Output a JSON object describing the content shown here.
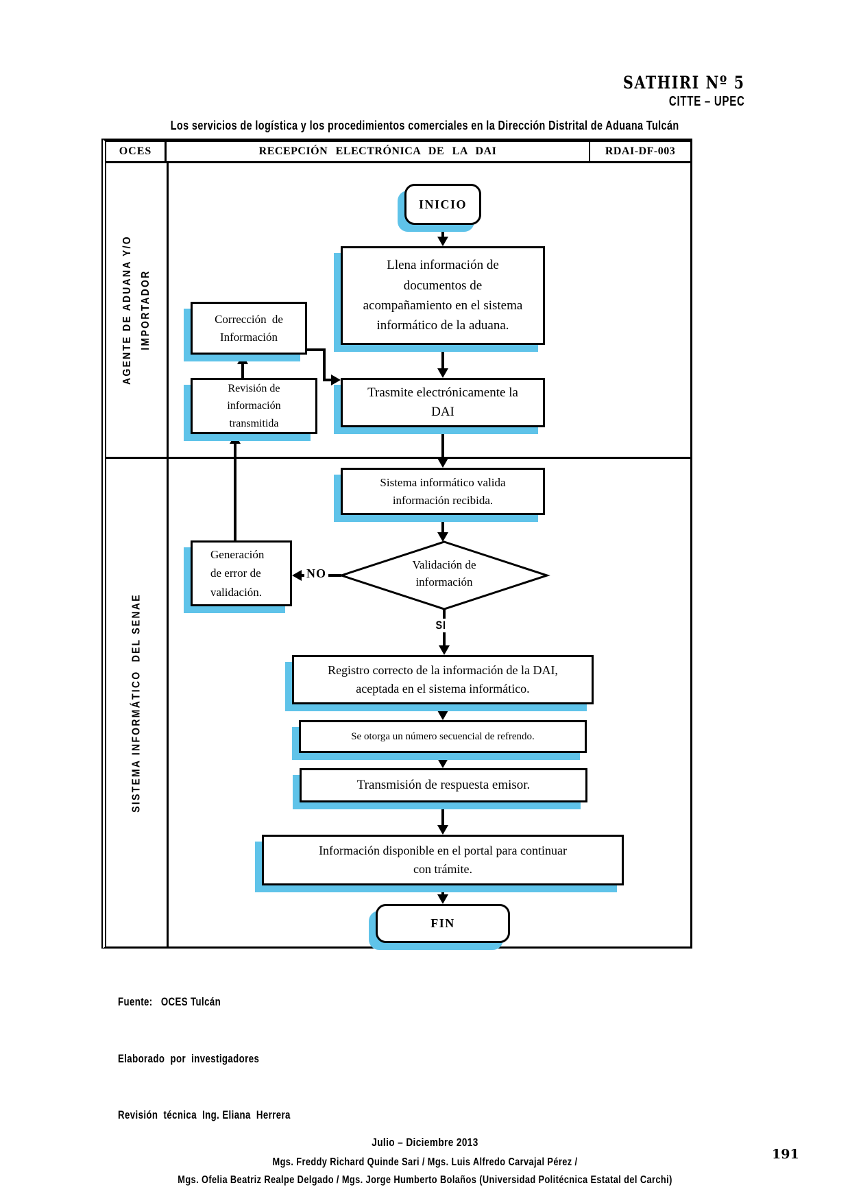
{
  "page": {
    "masthead": {
      "journal": "SATHIRI Nº 5",
      "org": "CITTE – UPEC"
    },
    "title": "Los servicios de logística y los procedimientos comerciales en la Dirección Distrital de Aduana Tulcán",
    "page_number": "191",
    "footer": {
      "period": "Julio – Diciembre 2013",
      "authors_line_1": "Mgs. Freddy Richard Quinde Sari / Mgs. Luis Alfredo Carvajal Pérez /",
      "authors_line_2": "Mgs. Ofelia Beatriz Realpe Delgado / Mgs. Jorge Humberto Bolaños (Universidad Politécnica Estatal del Carchi)"
    }
  },
  "diagram": {
    "header": {
      "owner_col": "OCES",
      "process_title": "RECEPCIÓN  ELECTRÓNICA  DE LA DAI",
      "process_code": "RDAI-DF-003"
    },
    "lanes": [
      {
        "label_lines": [
          "AGENTE DE ADUANA Y/O",
          "IMPORTADOR"
        ]
      },
      {
        "label_lines": [
          "SISTEMA INFORMÁTICO  DEL SENAE"
        ]
      }
    ],
    "nodes": {
      "inicio": {
        "type": "terminator",
        "lines": [
          "INICIO"
        ]
      },
      "llena": {
        "type": "process",
        "lines": [
          "Llena información de",
          "documentos de",
          "acompañamiento en el sistema",
          "informático de la aduana."
        ]
      },
      "correccion": {
        "type": "process",
        "lines": [
          "Corrección  de",
          "Información"
        ]
      },
      "revision": {
        "type": "process",
        "lines": [
          "Revisión de",
          "información",
          "transmitida"
        ]
      },
      "trasmite": {
        "type": "process",
        "lines": [
          "Trasmite electrónicamente la",
          "DAI"
        ]
      },
      "valida": {
        "type": "process",
        "lines": [
          "Sistema informático valida",
          "información recibida."
        ]
      },
      "decision": {
        "type": "decision",
        "lines": [
          "Validación de",
          "información"
        ]
      },
      "error": {
        "type": "process",
        "lines": [
          "Generación",
          "de error de",
          "validación."
        ]
      },
      "registro": {
        "type": "process",
        "lines": [
          "Registro correcto  de la información de la DAI,",
          "aceptada  en el sistema informático."
        ]
      },
      "refrendo": {
        "type": "process",
        "lines": [
          "Se otorga un número secuencial de refrendo."
        ]
      },
      "transmision": {
        "type": "process",
        "lines": [
          "Transmisión de respuesta emisor."
        ]
      },
      "portal": {
        "type": "process",
        "lines": [
          "Información disponible en el portal  para continuar",
          "con  trámite."
        ]
      },
      "fin": {
        "type": "terminator",
        "lines": [
          "FIN"
        ]
      }
    },
    "edge_labels": {
      "no": "NO",
      "si": "SI"
    },
    "notes": {
      "fuente": "Fuente:   OCES Tulcán",
      "elaborado": "Elaborado  por  investigadores",
      "revision": "Revisión  técnica  Ing. Eliana  Herrera"
    }
  },
  "colors": {
    "shadow_blue": "#5fc3e9",
    "line_black": "#000000"
  }
}
